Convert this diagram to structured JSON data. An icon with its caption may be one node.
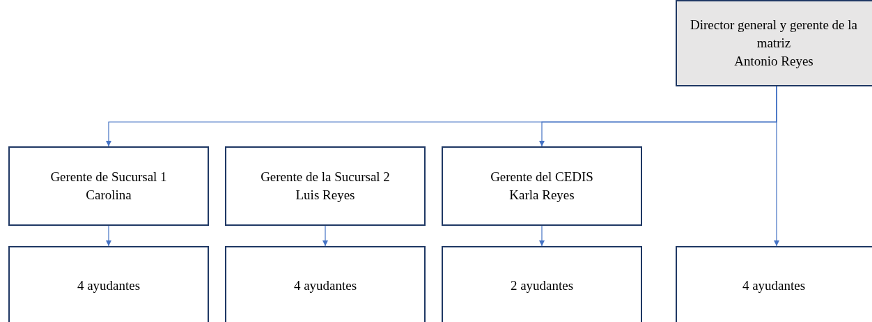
{
  "diagram": {
    "nodes": [
      {
        "text": [
          "Director general y gerente de la matriz",
          "Antonio Reyes"
        ]
      },
      {
        "text": [
          "Gerente de Sucursal 1",
          "Carolina"
        ]
      },
      {
        "text": [
          "Gerente de la Sucursal 2",
          "Luis Reyes"
        ]
      },
      {
        "text": [
          "Gerente del CEDIS",
          "Karla Reyes"
        ]
      },
      {
        "text": [
          "4 ayudantes"
        ]
      },
      {
        "text": [
          "4 ayudantes"
        ]
      },
      {
        "text": [
          "2 ayudantes"
        ]
      },
      {
        "text": [
          "4 ayudantes"
        ]
      }
    ],
    "edges": [
      {
        "from": 0,
        "to": 1,
        "arrow": "to"
      },
      {
        "from": 0,
        "to": 3,
        "arrow": "to"
      },
      {
        "from": 0,
        "to": 7,
        "arrow": "to"
      },
      {
        "from": 1,
        "to": 4,
        "arrow": "to"
      },
      {
        "from": 2,
        "to": 5,
        "arrow": "to"
      },
      {
        "from": 3,
        "to": 6,
        "arrow": "to"
      }
    ]
  }
}
